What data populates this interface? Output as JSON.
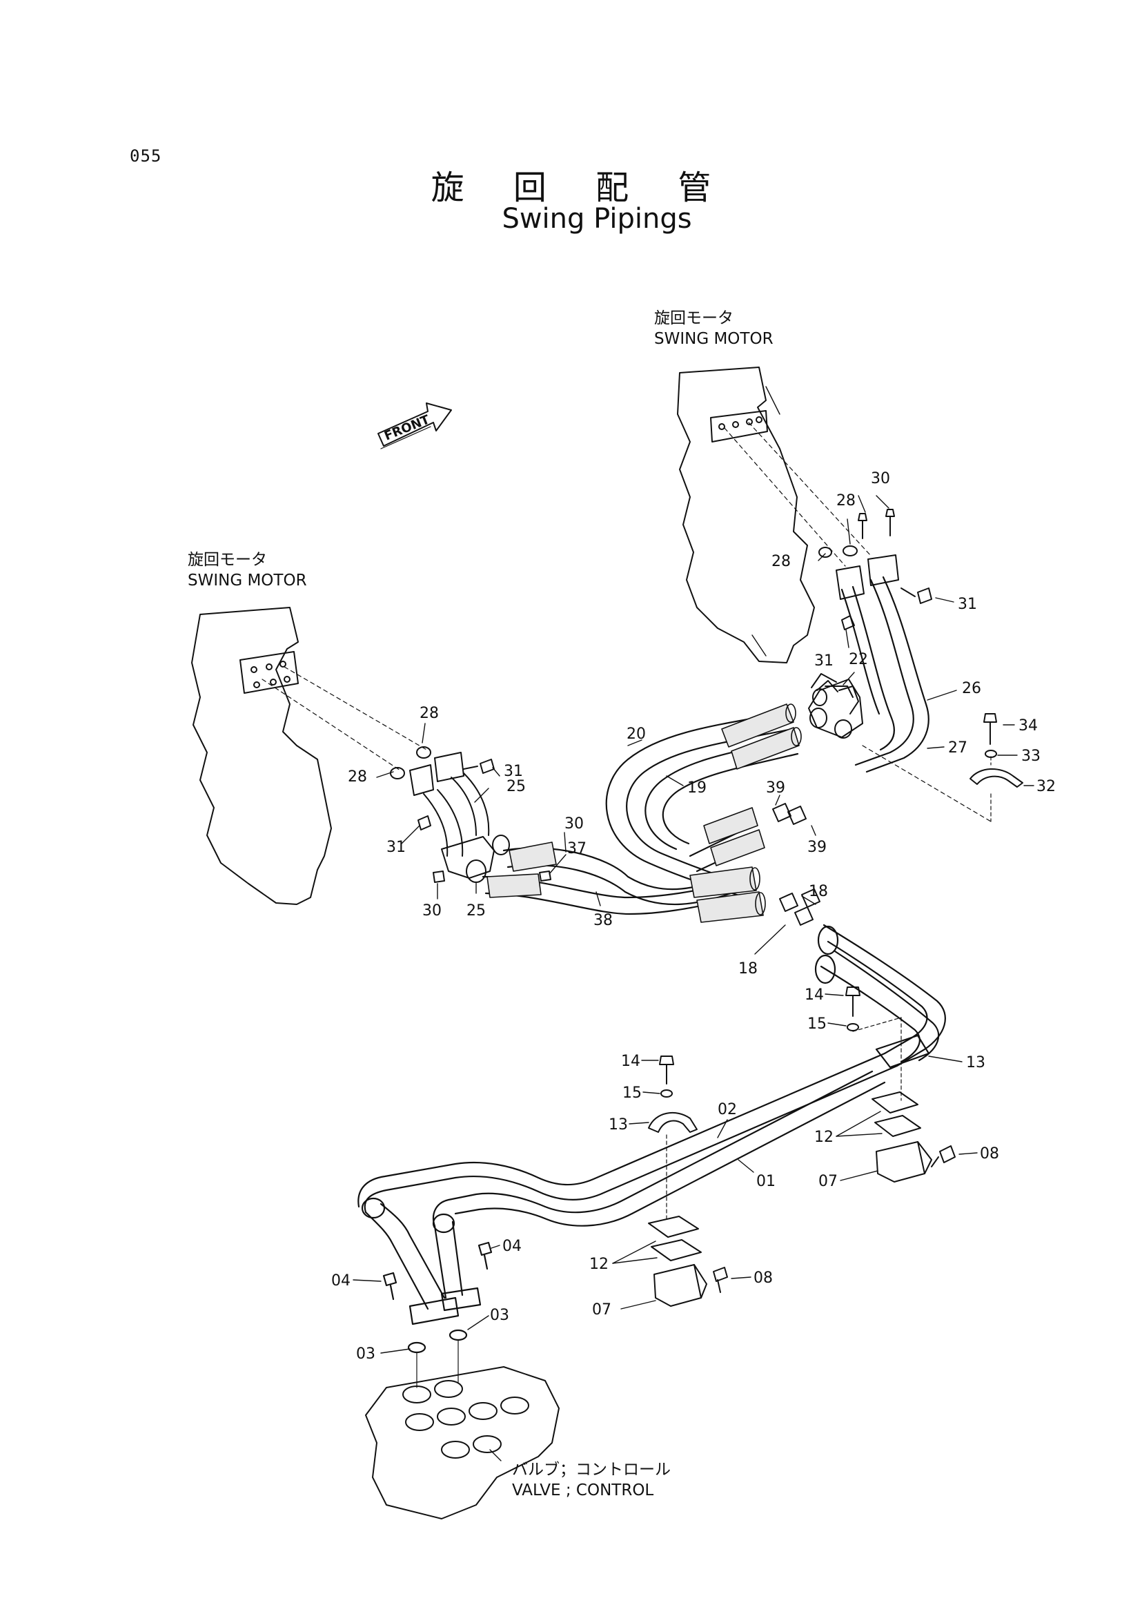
{
  "page_number": "055",
  "title_jp": "旋 回 配 管",
  "title_en": "Swing Pipings",
  "front_label": "FRONT",
  "callouts": {
    "swing_motor_right_jp": "旋回モータ",
    "swing_motor_right_en": "SWING MOTOR",
    "swing_motor_left_jp": "旋回モータ",
    "swing_motor_left_en": "SWING MOTOR",
    "valve_jp": "バルブ；コントロール",
    "valve_en": "VALVE ; CONTROL"
  },
  "part_labels": [
    {
      "id": "p30a",
      "text": "30"
    },
    {
      "id": "p28a",
      "text": "28"
    },
    {
      "id": "p28b",
      "text": "28"
    },
    {
      "id": "p31a",
      "text": "31"
    },
    {
      "id": "p31b",
      "text": "31"
    },
    {
      "id": "p22",
      "text": "22"
    },
    {
      "id": "p26",
      "text": "26"
    },
    {
      "id": "p34",
      "text": "34"
    },
    {
      "id": "p27",
      "text": "27"
    },
    {
      "id": "p33",
      "text": "33"
    },
    {
      "id": "p32",
      "text": "32"
    },
    {
      "id": "p20",
      "text": "20"
    },
    {
      "id": "p19",
      "text": "19"
    },
    {
      "id": "p39a",
      "text": "39"
    },
    {
      "id": "p39b",
      "text": "39"
    },
    {
      "id": "p28c",
      "text": "28"
    },
    {
      "id": "p28d",
      "text": "28"
    },
    {
      "id": "p31c",
      "text": "31"
    },
    {
      "id": "p25a",
      "text": "25"
    },
    {
      "id": "p30b",
      "text": "30"
    },
    {
      "id": "p37",
      "text": "37"
    },
    {
      "id": "p31d",
      "text": "31"
    },
    {
      "id": "p30c",
      "text": "30"
    },
    {
      "id": "p25b",
      "text": "25"
    },
    {
      "id": "p38",
      "text": "38"
    },
    {
      "id": "p18a",
      "text": "18"
    },
    {
      "id": "p18b",
      "text": "18"
    },
    {
      "id": "p14a",
      "text": "14"
    },
    {
      "id": "p15a",
      "text": "15"
    },
    {
      "id": "p13a",
      "text": "13"
    },
    {
      "id": "p14b",
      "text": "14"
    },
    {
      "id": "p15b",
      "text": "15"
    },
    {
      "id": "p13b",
      "text": "13"
    },
    {
      "id": "p02",
      "text": "02"
    },
    {
      "id": "p12a",
      "text": "12"
    },
    {
      "id": "p08a",
      "text": "08"
    },
    {
      "id": "p01",
      "text": "01"
    },
    {
      "id": "p07a",
      "text": "07"
    },
    {
      "id": "p04a",
      "text": "04"
    },
    {
      "id": "p04b",
      "text": "04"
    },
    {
      "id": "p03a",
      "text": "03"
    },
    {
      "id": "p03b",
      "text": "03"
    },
    {
      "id": "p12b",
      "text": "12"
    },
    {
      "id": "p08b",
      "text": "08"
    },
    {
      "id": "p07b",
      "text": "07"
    }
  ]
}
